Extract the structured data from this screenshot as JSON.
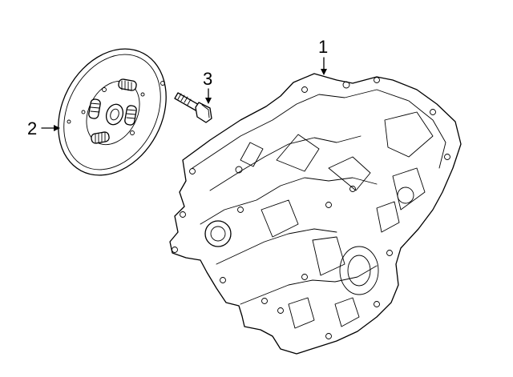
{
  "callouts": [
    {
      "number": "1",
      "part": "transmission-case"
    },
    {
      "number": "2",
      "part": "drive-plate"
    },
    {
      "number": "3",
      "part": "bolt"
    }
  ]
}
